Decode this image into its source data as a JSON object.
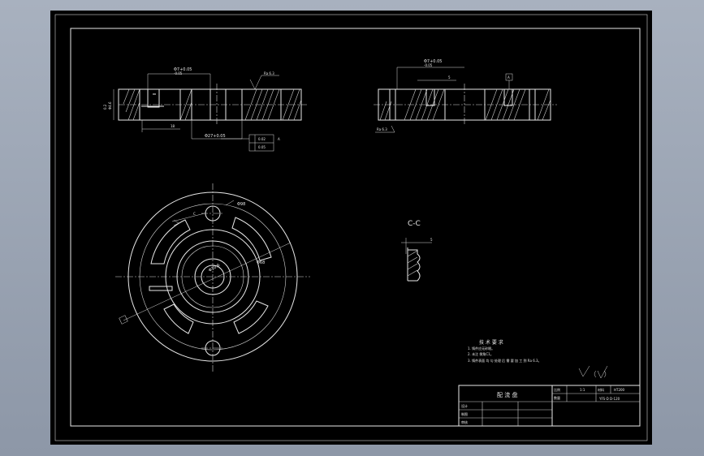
{
  "section_label": "C-C",
  "tech_req": {
    "title": "技 术 要 求",
    "lines": [
      "1. 铸件应无砂眼。",
      "2. 未注 倒角C1。",
      "3. 铸件表面 均 匀 处理 后 需 要 加 工 到 Ra 6.3。"
    ]
  },
  "title_block": {
    "part_name": "配 流 盘",
    "scale_label": "比例",
    "scale_value": "1:1",
    "material_label": "材料",
    "material_value": "HT200",
    "qty_label": "数量",
    "drawing_no": "YFS-D D-120",
    "rows": [
      "设计",
      "制图",
      "审核"
    ]
  },
  "dims": {
    "left_top": "Φ7+0.05",
    "left_top2": "-0.05",
    "left_bottom": "Φ27+0.05",
    "roughness": "Ra 6.3",
    "tol1": "0.02",
    "tol2": "0.05",
    "tol_label": "A",
    "left_side1": "Φ4.6",
    "left_side2": "0.2",
    "left_step": "18",
    "right_top": "Φ7+0.05",
    "right_top2": "-0.05",
    "right_small": "5",
    "right_flag": "A",
    "right_corner": "Ra 6.3",
    "cc_dim": "5",
    "plan_r1": "Φ98",
    "plan_r2": "Φ10.6",
    "plan_r3": "Φ68",
    "plan_a": "C",
    "plan_b": "A"
  }
}
